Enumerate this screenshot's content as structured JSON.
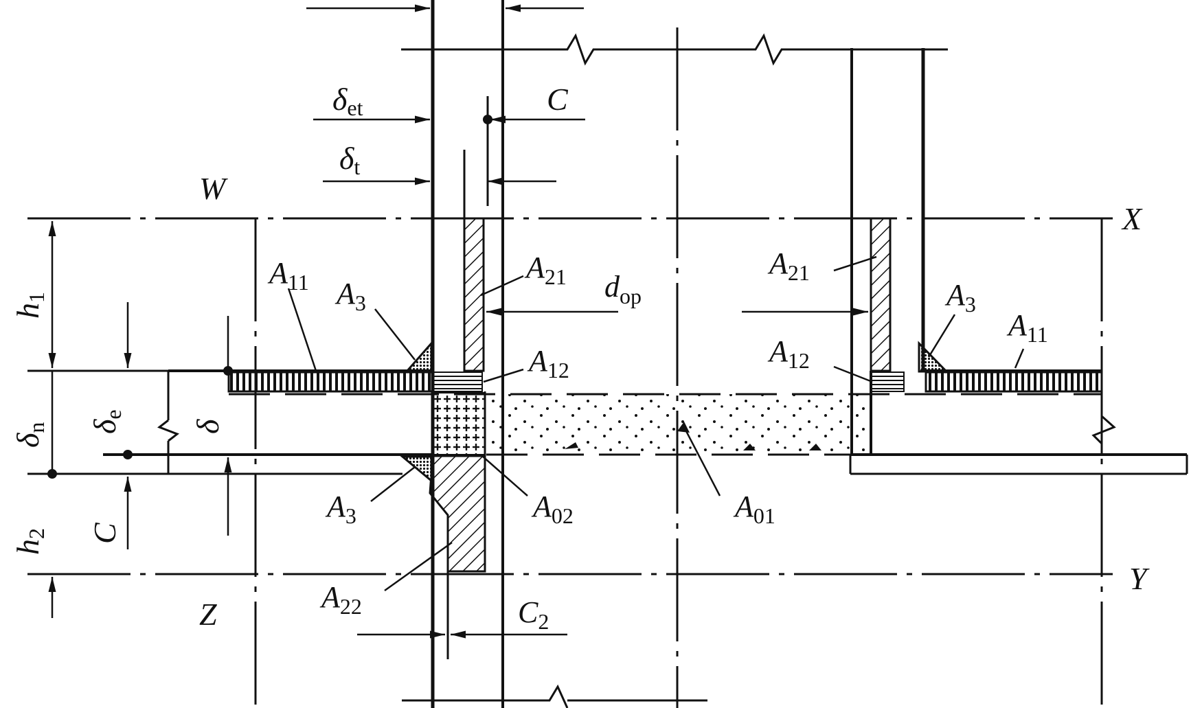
{
  "labels": {
    "delta_et": {
      "main": "δ",
      "sub": "et"
    },
    "C_top": {
      "main": "C",
      "sub": ""
    },
    "delta_t": {
      "main": "δ",
      "sub": "t"
    },
    "W": {
      "main": "W",
      "sub": ""
    },
    "X": {
      "main": "X",
      "sub": ""
    },
    "Y": {
      "main": "Y",
      "sub": ""
    },
    "Z": {
      "main": "Z",
      "sub": ""
    },
    "h1": {
      "main": "h",
      "sub": "1"
    },
    "h2": {
      "main": "h",
      "sub": "2"
    },
    "delta_n": {
      "main": "δ",
      "sub": "n"
    },
    "delta_e": {
      "main": "δ",
      "sub": "e"
    },
    "delta": {
      "main": "δ",
      "sub": ""
    },
    "C_left": {
      "main": "C",
      "sub": ""
    },
    "A11_left": {
      "main": "A",
      "sub": "11"
    },
    "A3_upper_left": {
      "main": "A",
      "sub": "3"
    },
    "A21_left": {
      "main": "A",
      "sub": "21"
    },
    "A12_left": {
      "main": "A",
      "sub": "12"
    },
    "A3_lower_left": {
      "main": "A",
      "sub": "3"
    },
    "A02": {
      "main": "A",
      "sub": "02"
    },
    "A22": {
      "main": "A",
      "sub": "22"
    },
    "C2": {
      "main": "C",
      "sub": "2"
    },
    "d_op": {
      "main": "d",
      "sub": "op"
    },
    "A01": {
      "main": "A",
      "sub": "01"
    },
    "A21_right": {
      "main": "A",
      "sub": "21"
    },
    "A12_right": {
      "main": "A",
      "sub": "12"
    },
    "A3_right": {
      "main": "A",
      "sub": "3"
    },
    "A11_right": {
      "main": "A",
      "sub": "11"
    }
  },
  "colors": {
    "ink": "#111111",
    "paper": "#ffffff"
  }
}
